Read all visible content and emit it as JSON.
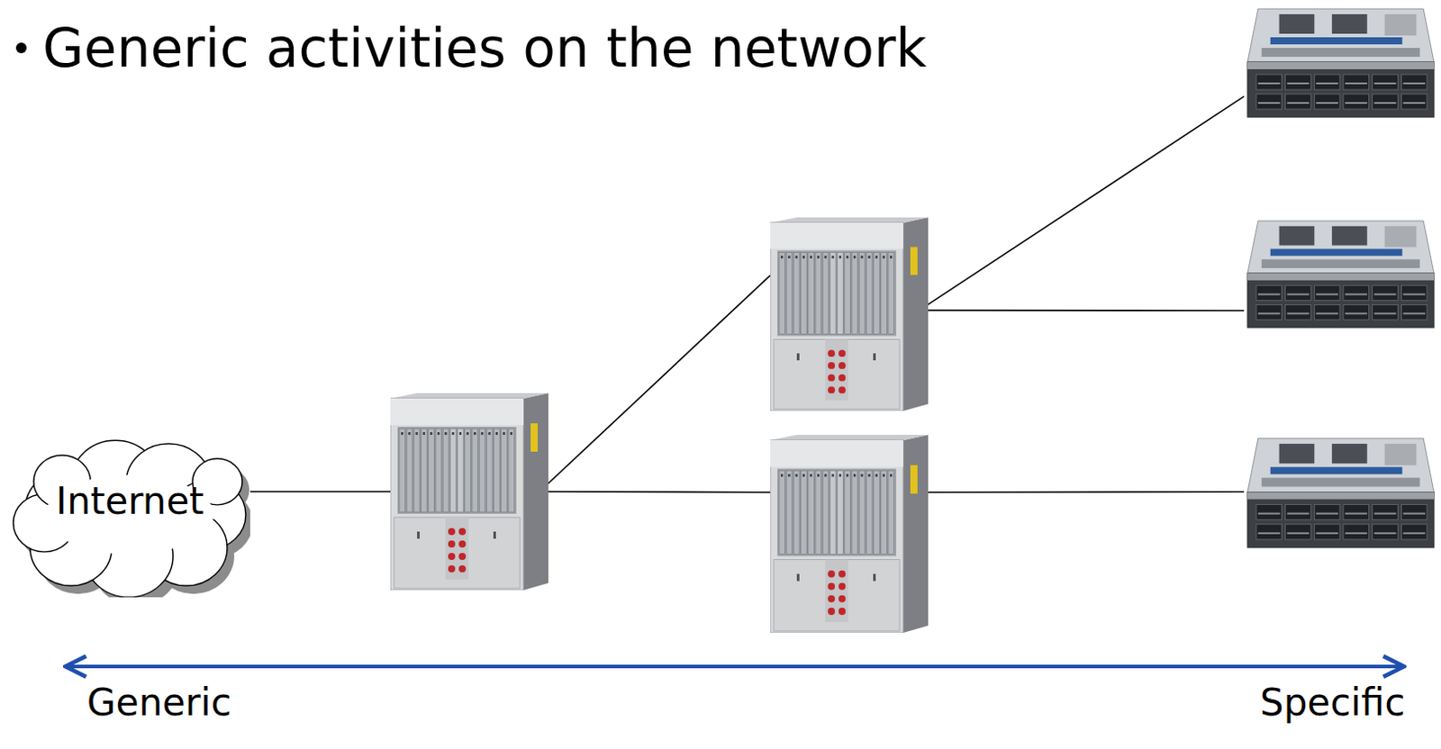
{
  "diagram": {
    "title": "Generic activities on the network",
    "nodes": [
      {
        "text": [
          "Internet"
        ]
      },
      {
        "text": []
      },
      {
        "text": []
      },
      {
        "text": []
      },
      {
        "text": []
      },
      {
        "text": []
      },
      {
        "text": []
      }
    ],
    "edges": [
      {
        "from": 0,
        "to": 1,
        "arrow": "none"
      },
      {
        "from": 1,
        "to": 2,
        "arrow": "none"
      },
      {
        "from": 1,
        "to": 3,
        "arrow": "none"
      },
      {
        "from": 2,
        "to": 4,
        "arrow": "none"
      },
      {
        "from": 2,
        "to": 5,
        "arrow": "none"
      },
      {
        "from": 3,
        "to": 6,
        "arrow": "none"
      }
    ],
    "labels": [
      "Generic",
      "Specific"
    ]
  }
}
